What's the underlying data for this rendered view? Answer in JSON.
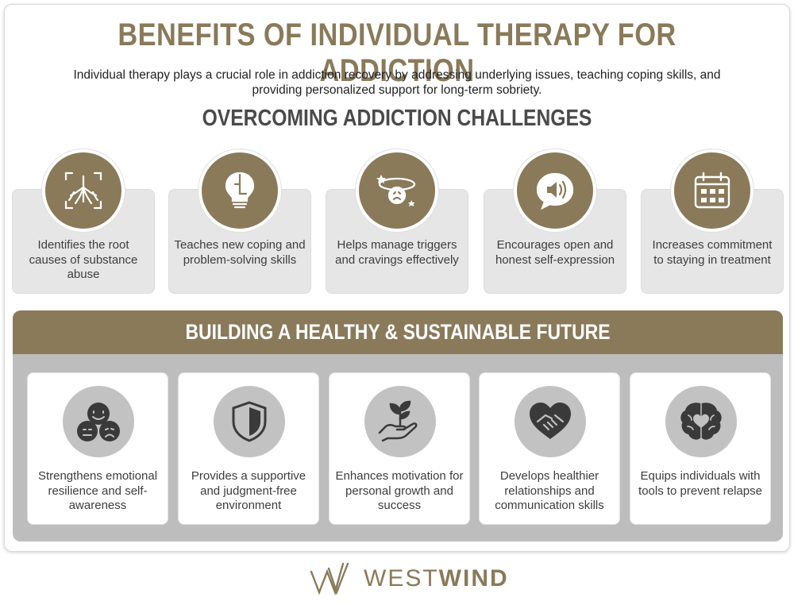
{
  "title": "BENEFITS OF INDIVIDUAL THERAPY FOR ADDICTION",
  "intro": "Individual therapy plays a crucial role in addiction recovery by addressing underlying issues, teaching coping skills, and providing personalized support for long-term sobriety.",
  "section1": {
    "title": "OVERCOMING ADDICTION CHALLENGES",
    "items": [
      {
        "label": "Identifies the root causes of substance abuse",
        "icon": "roots-icon"
      },
      {
        "label": "Teaches new coping and problem-solving skills",
        "icon": "lightbulb-puzzle-icon"
      },
      {
        "label": "Helps manage triggers and cravings effectively",
        "icon": "dizzy-face-icon"
      },
      {
        "label": "Encourages open and honest self-expression",
        "icon": "speech-speaker-icon"
      },
      {
        "label": "Increases commitment to staying in treatment",
        "icon": "calendar-icon"
      }
    ]
  },
  "section2": {
    "title": "BUILDING A HEALTHY & SUSTAINABLE FUTURE",
    "items": [
      {
        "label": "Strengthens emotional resilience and self-awareness",
        "icon": "emotion-faces-icon"
      },
      {
        "label": "Provides a supportive and judgment-free environment",
        "icon": "shield-icon"
      },
      {
        "label": "Enhances motivation for personal growth and success",
        "icon": "hand-sprout-icon"
      },
      {
        "label": "Develops healthier relationships and communication skills",
        "icon": "heart-handshake-icon"
      },
      {
        "label": "Equips individuals with tools to prevent relapse",
        "icon": "brain-heart-icon"
      }
    ]
  },
  "logo": {
    "text_light": "WEST",
    "text_bold": "WIND",
    "icon": "westwind-logo-icon"
  },
  "colors": {
    "brand": "#8a7a5a",
    "card_gray": "#e6e6e6",
    "panel_gray": "#bdbdbd",
    "icon_circle": "#c2c2c2"
  }
}
